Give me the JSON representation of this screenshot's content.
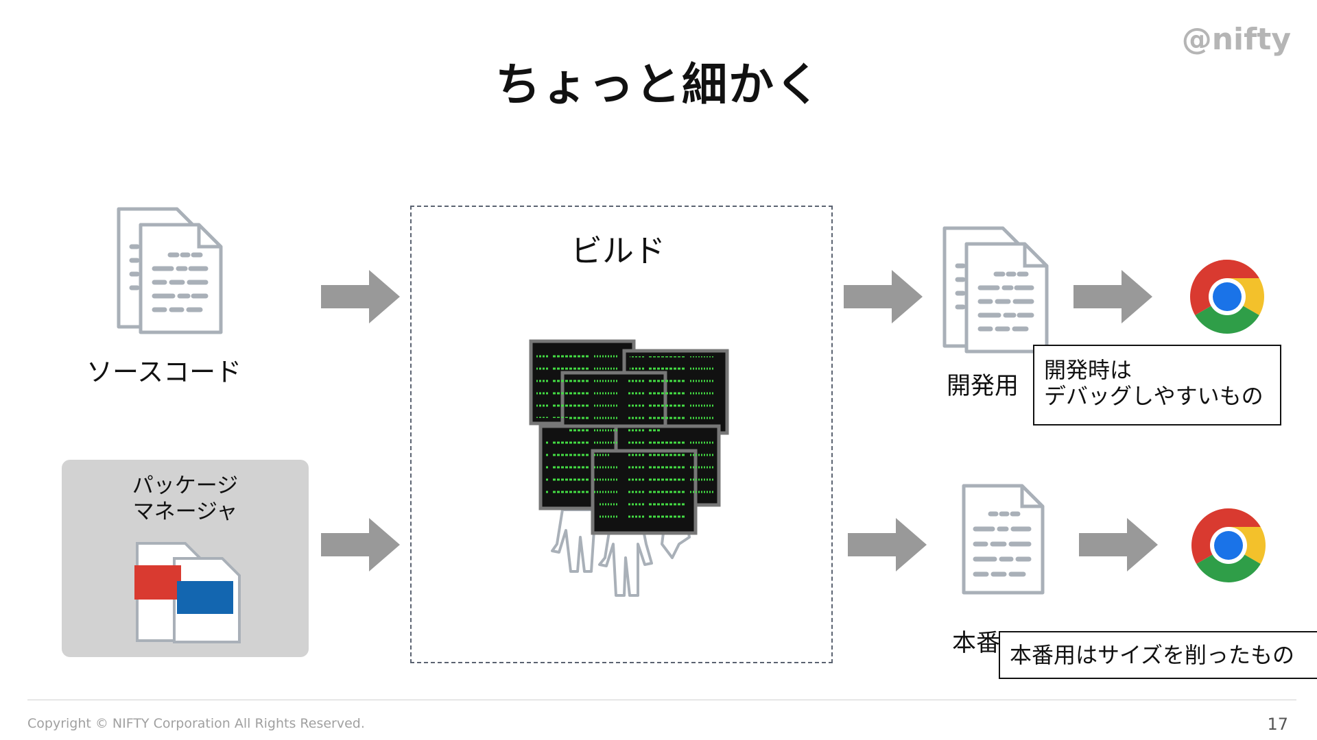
{
  "slide": {
    "title": "ちょっと細かく",
    "logo": "@nifty",
    "page_number": "17",
    "copyright": "Copyright © NIFTY Corporation All Rights Reserved."
  },
  "source": {
    "label": "ソースコード"
  },
  "package_manager": {
    "line1": "パッケージ",
    "line2": "マネージャ"
  },
  "build": {
    "label": "ビルド"
  },
  "dev": {
    "label_visible": "開発用",
    "note": "開発時は\nデバッグしやすいもの"
  },
  "prod": {
    "label_visible": "本番用",
    "note": "本番用はサイズを削ったもの"
  },
  "colors": {
    "arrow": "#999999",
    "doc_stroke": "#a9b0b8",
    "pm_box": "#d2d2d2",
    "pkg_red": "#d93a30",
    "pkg_blue": "#1366b0",
    "terminal_green": "#44dd44"
  },
  "icons": [
    "document-stack-icon",
    "arrow-right-icon",
    "chrome-icon",
    "terminal-crowd-icon",
    "package-files-icon"
  ]
}
